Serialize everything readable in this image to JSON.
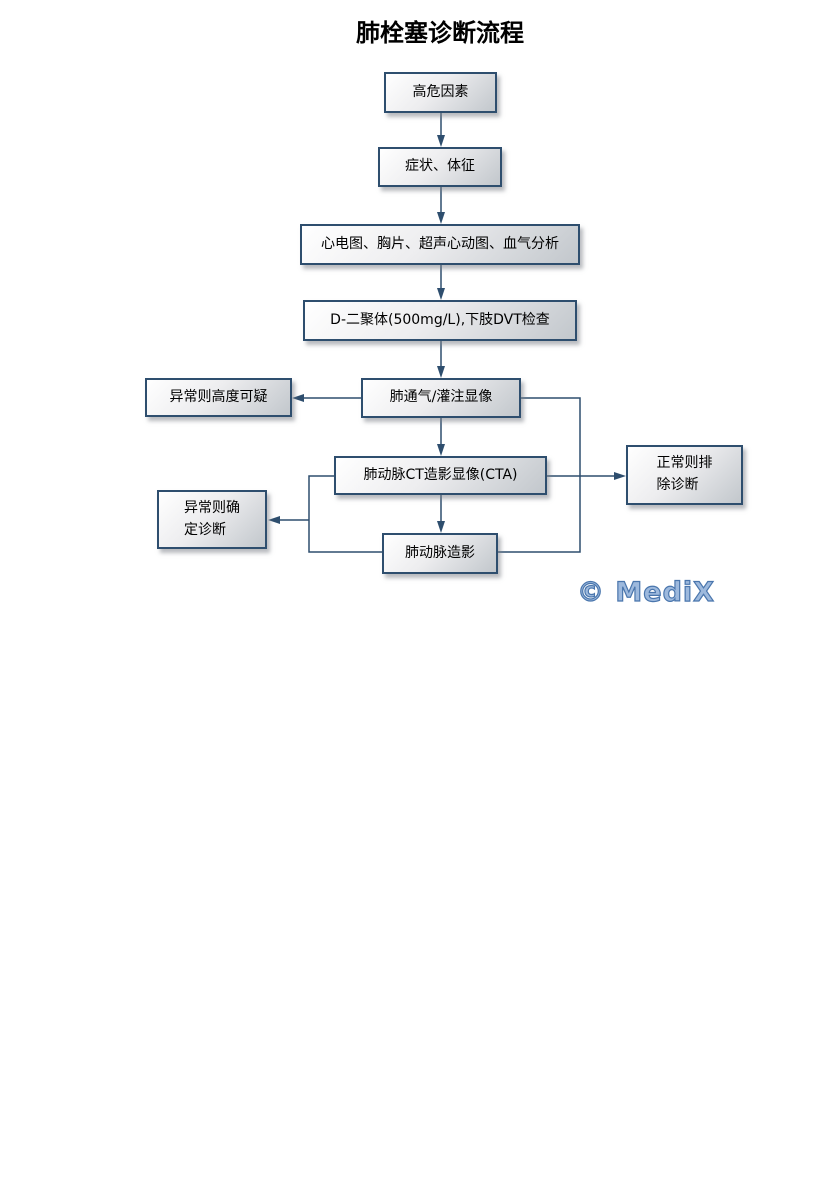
{
  "title": "肺栓塞诊断流程",
  "watermark": "© MediX",
  "colors": {
    "node_border": "#2e4e6e",
    "connector": "#2e4e6e",
    "node_fill_start": "#ffffff",
    "node_fill_end": "#c2c7cc",
    "watermark_fill": "#9db9dd",
    "watermark_outline": "#4a76ad",
    "text": "#000000"
  },
  "diagram": {
    "type": "flowchart",
    "nodes": {
      "risk": {
        "label": "高危因素"
      },
      "symptoms": {
        "label": "症状、体征"
      },
      "exam": {
        "label": "心电图、胸片、超声心动图、血气分析"
      },
      "ddimer": {
        "label": "D-二聚体(500mg/L),下肢DVT检查"
      },
      "vq_scan": {
        "label": "肺通气/灌注显像"
      },
      "vq_abnormal": {
        "label": "异常则高度可疑"
      },
      "cta": {
        "label": "肺动脉CT造影显像(CTA)"
      },
      "normal_exclude": {
        "label": "正常则排\n除诊断"
      },
      "angiography": {
        "label": "肺动脉造影"
      },
      "abnormal_confirm": {
        "label": "异常则确\n定诊断"
      }
    },
    "edges": [
      {
        "from": "高危因素",
        "to": "症状、体征"
      },
      {
        "from": "症状、体征",
        "to": "心电图、胸片、超声心动图、血气分析"
      },
      {
        "from": "心电图、胸片、超声心动图、血气分析",
        "to": "D-二聚体(500mg/L),下肢DVT检查"
      },
      {
        "from": "D-二聚体(500mg/L),下肢DVT检查",
        "to": "肺通气/灌注显像"
      },
      {
        "from": "肺通气/灌注显像",
        "to": "异常则高度可疑"
      },
      {
        "from": "肺通气/灌注显像",
        "to": "肺动脉CT造影显像(CTA)"
      },
      {
        "from": "肺通气/灌注显像",
        "to": "正常则排除诊断"
      },
      {
        "from": "肺动脉CT造影显像(CTA)",
        "to": "正常则排除诊断"
      },
      {
        "from": "肺动脉CT造影显像(CTA)",
        "to": "肺动脉造影"
      },
      {
        "from": "肺动脉CT造影显像(CTA)",
        "to": "异常则确定诊断"
      },
      {
        "from": "肺动脉造影",
        "to": "正常则排除诊断"
      },
      {
        "from": "肺动脉造影",
        "to": "异常则确定诊断"
      }
    ]
  }
}
